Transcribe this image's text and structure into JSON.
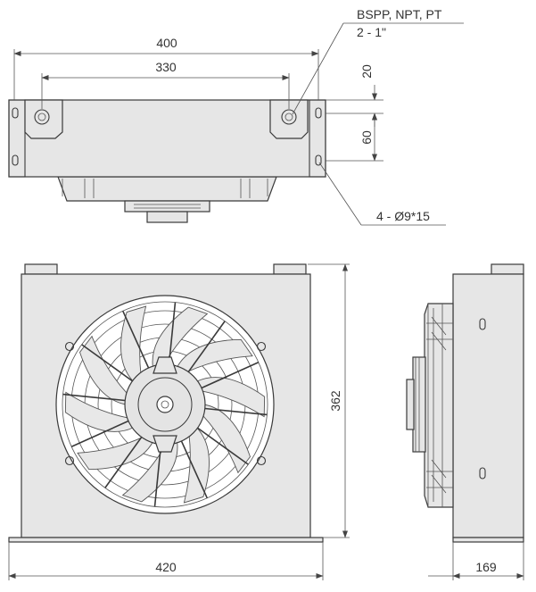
{
  "top_view": {
    "dim_width_total": "400",
    "dim_hole_spacing": "330",
    "dim_height_20": "20",
    "dim_height_60": "60",
    "note_thread": "BSPP, NPT, PT",
    "note_ports": "2 - 1\"",
    "note_holes": "4 - Ø9*15"
  },
  "front_view": {
    "dim_width": "420",
    "dim_height": "362"
  },
  "side_view": {
    "dim_depth": "169"
  }
}
